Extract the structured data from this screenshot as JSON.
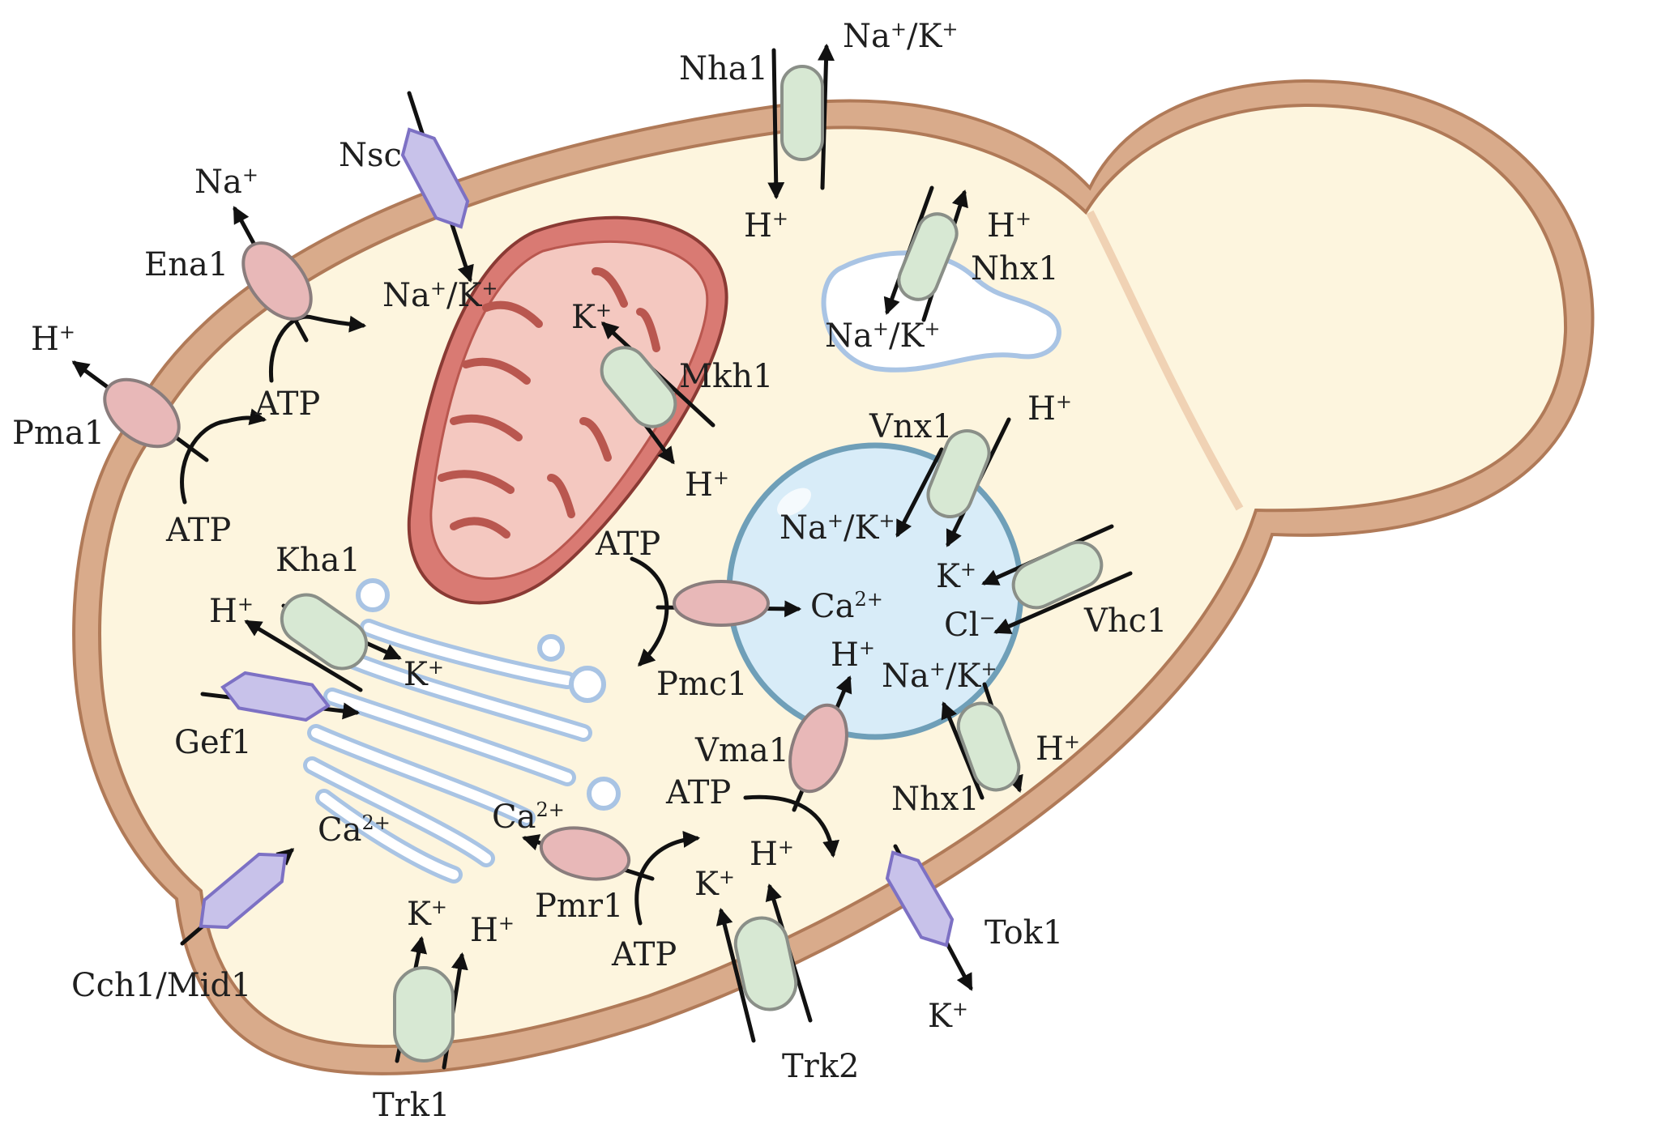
{
  "colors": {
    "wall": "#d9ab8b",
    "wall_stroke": "#b07a58",
    "cytoplasm": "#fdf5de",
    "mito": "#d97a73",
    "mito_inner": "#f4c8c0",
    "golgi": "#a9c4e4",
    "vacuole": "#d8ecf8",
    "vacuole_stroke": "#6f9fb8",
    "green_transporter": "#d7e8d3",
    "pink_pump": "#e8b8b8",
    "purple_channel": "#c8c2ea"
  },
  "proteins": {
    "nha1": "Nha1",
    "nsc": "Nsc",
    "ena1": "Ena1",
    "pma1": "Pma1",
    "nhx1_top": "Nhx1",
    "mkh1": "Mkh1",
    "vnx1": "Vnx1",
    "kha1": "Kha1",
    "pmc1": "Pmc1",
    "vhc1": "Vhc1",
    "gef1": "Gef1",
    "vma1": "Vma1",
    "nhx1_bottom": "Nhx1",
    "pmr1": "Pmr1",
    "cch1": "Cch1/Mid1",
    "trk1": "Trk1",
    "trk2": "Trk2",
    "tok1": "Tok1"
  },
  "ions": {
    "h": "H",
    "na": "Na",
    "k": "K",
    "cl": "Cl",
    "ca": "Ca",
    "plus": "+",
    "minus": "−",
    "ca_charge": "2+",
    "slash": "/",
    "atp": "ATP"
  }
}
